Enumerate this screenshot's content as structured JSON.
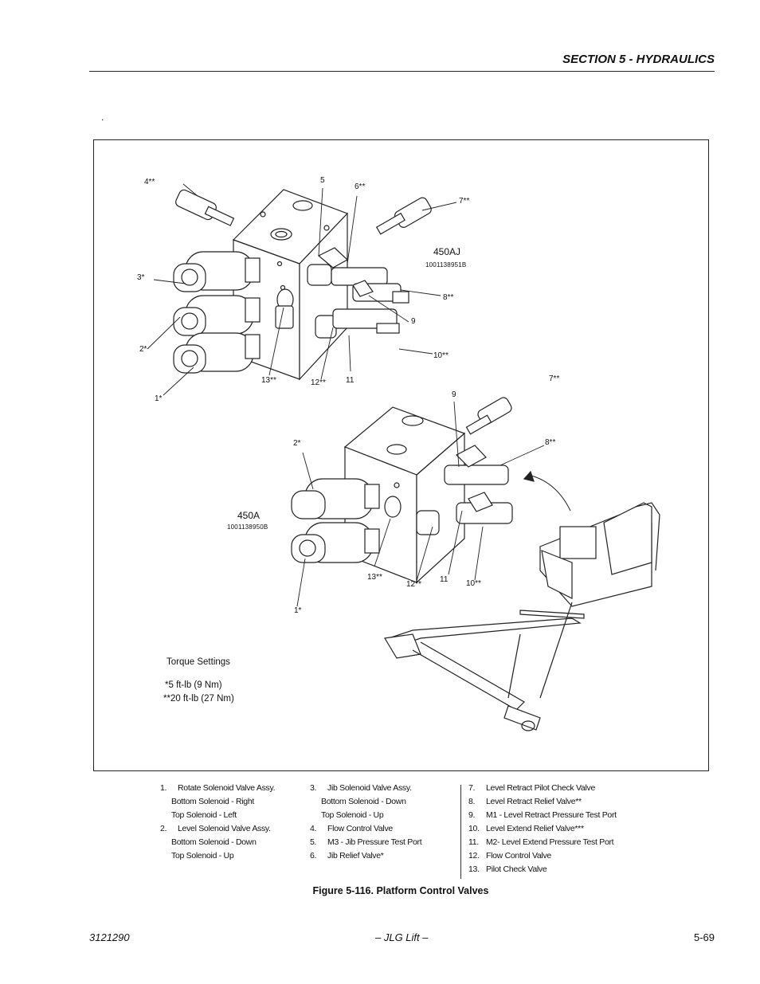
{
  "header": {
    "section_title": "SECTION 5 - HYDRAULICS"
  },
  "stray_mark": ".",
  "diagram": {
    "model_top": "450AJ",
    "partno_top": "1001138951B",
    "model_bottom": "450A",
    "partno_bottom": "1001138950B",
    "top_callouts": [
      "4**",
      "5",
      "6**",
      "7**",
      "3*",
      "8**",
      "9",
      "2*",
      "10**",
      "13**",
      "12**",
      "11",
      "1*"
    ],
    "bottom_callouts": [
      "9",
      "7**",
      "8**",
      "2*",
      "13**",
      "12**",
      "11",
      "10**",
      "1*"
    ],
    "torque": {
      "title": "Torque Settings",
      "line1": "*5 ft-lb (9 Nm)",
      "line2": "**20 ft-lb (27 Nm)"
    }
  },
  "legend": {
    "col1": [
      {
        "num": "1.",
        "text": "Rotate Solenoid Valve Assy."
      },
      {
        "num": "",
        "text": "Bottom Solenoid - Right"
      },
      {
        "num": "",
        "text": "Top Solenoid - Left"
      },
      {
        "num": "2.",
        "text": "Level Solenoid Valve Assy."
      },
      {
        "num": "",
        "text": "Bottom Solenoid - Down"
      },
      {
        "num": "",
        "text": "Top Solenoid - Up"
      }
    ],
    "col2": [
      {
        "num": "3.",
        "text": "Jib Solenoid Valve Assy."
      },
      {
        "num": "",
        "text": "Bottom Solenoid - Down"
      },
      {
        "num": "",
        "text": "Top Solenoid - Up"
      },
      {
        "num": "4.",
        "text": "Flow Control Valve"
      },
      {
        "num": "5.",
        "text": "M3 - Jib Pressure Test Port"
      },
      {
        "num": "6.",
        "text": "Jib Relief Valve*"
      }
    ],
    "col3": [
      {
        "num": "7.",
        "text": "Level Retract Pilot Check Valve"
      },
      {
        "num": "8.",
        "text": "Level Retract Relief Valve**"
      },
      {
        "num": "9.",
        "text": "M1 - Level Retract Pressure Test Port"
      },
      {
        "num": "10.",
        "text": "Level Extend Relief Valve***"
      },
      {
        "num": "11.",
        "text": "M2- Level Extend Pressure Test Port"
      },
      {
        "num": "12.",
        "text": "Flow Control Valve"
      },
      {
        "num": "13.",
        "text": "Pilot Check Valve"
      }
    ]
  },
  "caption": "Figure 5-116.  Platform Control Valves",
  "footer": {
    "doc_number": "3121290",
    "center": "– JLG Lift –",
    "page": "5-69"
  }
}
